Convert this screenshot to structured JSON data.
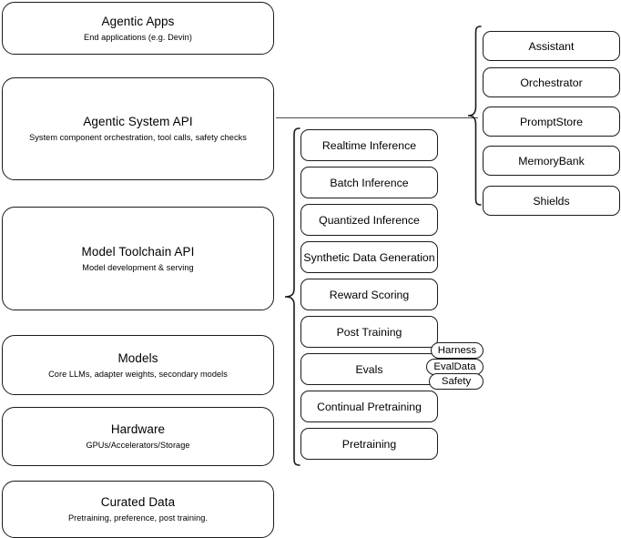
{
  "diagram": {
    "title": "AI Stack Layers Architecture Diagram",
    "colors": {
      "stroke": "#1a1a1a",
      "connector": "#4a4a4a",
      "background": "#ffffff"
    }
  },
  "layers": [
    {
      "title": "Agentic Apps",
      "subtitle": "End applications (e.g. Devin)"
    },
    {
      "title": "Agentic System API",
      "subtitle": "System component orchestration, tool calls, safety checks"
    },
    {
      "title": "Model Toolchain API",
      "subtitle": "Model development & serving"
    },
    {
      "title": "Models",
      "subtitle": "Core LLMs, adapter weights, secondary models"
    },
    {
      "title": "Hardware",
      "subtitle": "GPUs/Accelerators/Storage"
    },
    {
      "title": "Curated Data",
      "subtitle": "Pretraining, preference, post training."
    }
  ],
  "toolchain_items": [
    {
      "label": "Realtime Inference"
    },
    {
      "label": "Batch Inference"
    },
    {
      "label": "Quantized Inference"
    },
    {
      "label": "Synthetic Data Generation"
    },
    {
      "label": "Reward Scoring"
    },
    {
      "label": "Post Training"
    },
    {
      "label": "Evals"
    },
    {
      "label": "Continual Pretraining"
    },
    {
      "label": "Pretraining"
    }
  ],
  "eval_pills": [
    {
      "label": "Harness"
    },
    {
      "label": "EvalData"
    },
    {
      "label": "Safety"
    }
  ],
  "system_components": [
    {
      "label": "Assistant"
    },
    {
      "label": "Orchestrator"
    },
    {
      "label": "PromptStore"
    },
    {
      "label": "MemoryBank"
    },
    {
      "label": "Shields"
    }
  ]
}
